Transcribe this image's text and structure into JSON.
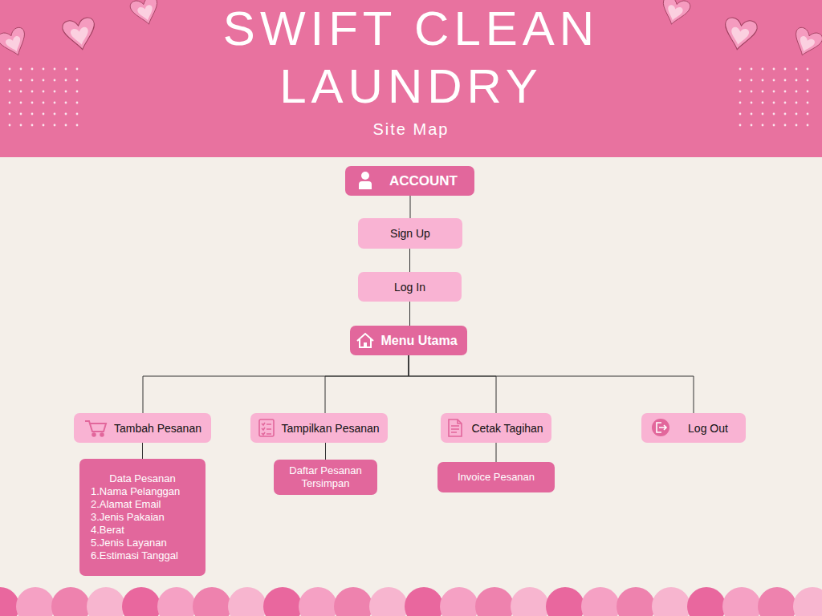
{
  "diagram": {
    "title": "SWIFT CLEAN LAUNDRY",
    "nodes": [
      {
        "text": [
          "ACCOUNT"
        ]
      },
      {
        "text": [
          "Sign Up"
        ]
      },
      {
        "text": [
          "Log In"
        ]
      },
      {
        "text": [
          "Menu Utama"
        ]
      },
      {
        "text": [
          "Tambah Pesanan"
        ]
      },
      {
        "text": [
          "Tampilkan Pesanan"
        ]
      },
      {
        "text": [
          "Cetak Tagihan"
        ]
      },
      {
        "text": [
          "Log Out"
        ]
      },
      {
        "text": [
          "Data Pesanan",
          "1.Nama Pelanggan",
          "2.Alamat Email",
          "3.Jenis Pakaian",
          "4.Berat",
          "5.Jenis Layanan",
          "6.Estimasi Tanggal"
        ]
      },
      {
        "text": [
          "Daftar Pesanan Tersimpan"
        ]
      },
      {
        "text": [
          "Invoice Pesanan"
        ]
      }
    ],
    "edges": [
      {
        "from": 0,
        "to": 1,
        "arrow": "none"
      },
      {
        "from": 1,
        "to": 2,
        "arrow": "none"
      },
      {
        "from": 2,
        "to": 3,
        "arrow": "none"
      },
      {
        "from": 3,
        "to": 4,
        "arrow": "none"
      },
      {
        "from": 3,
        "to": 5,
        "arrow": "none"
      },
      {
        "from": 3,
        "to": 6,
        "arrow": "none"
      },
      {
        "from": 3,
        "to": 7,
        "arrow": "none"
      },
      {
        "from": 4,
        "to": 8,
        "arrow": "none"
      },
      {
        "from": 5,
        "to": 9,
        "arrow": "none"
      },
      {
        "from": 6,
        "to": 10,
        "arrow": "none"
      }
    ],
    "labels": [
      "Site Map"
    ]
  }
}
